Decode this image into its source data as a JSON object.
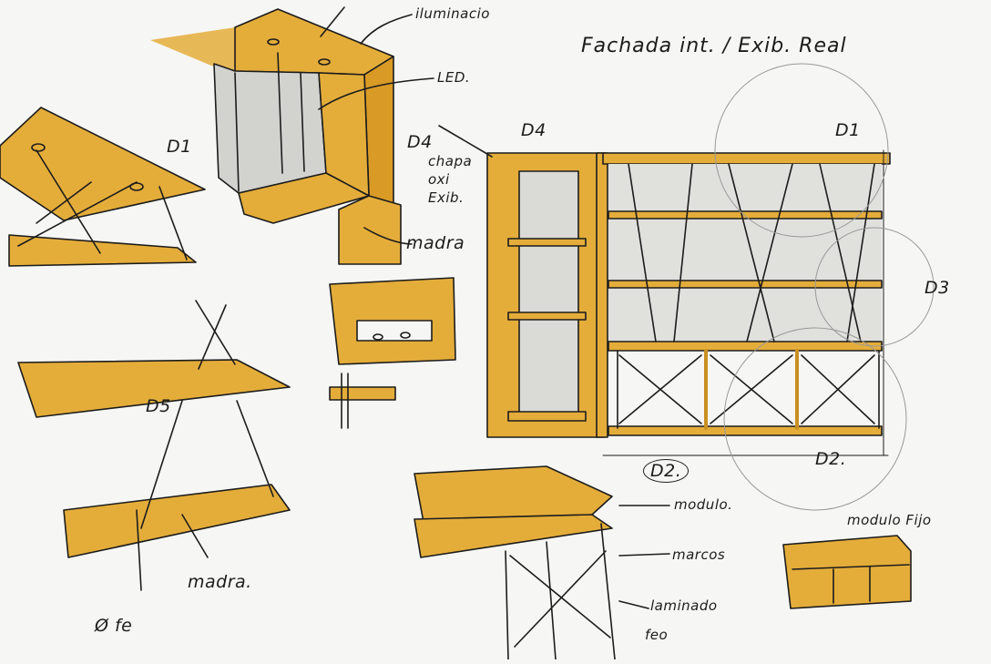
{
  "title": "Fachada int. / Exib. Real",
  "colors": {
    "wood": "#e4ad3a",
    "wood_dark": "#c98f22",
    "ink": "#1c1c1c",
    "paper": "#f6f6f4",
    "glass": "#c9c9c6"
  },
  "labels": {
    "iluminacion": "iluminacio",
    "led": "LED.",
    "d4_top": "D4",
    "chapa_1": "chapa",
    "chapa_2": "oxi",
    "chapa_3": "Exib.",
    "madera_top": "madra",
    "d1_left": "D1",
    "d4_elev": "D4",
    "d1_elev": "D1",
    "d3": "D3",
    "d2_elev": "D2.",
    "d2_circle": "D2.",
    "d5": "D5",
    "madera_bottom": "madra.",
    "diam": "Ø fe",
    "modulo": "modulo.",
    "marcos": "marcos",
    "laminado": "laminado",
    "ferro": "feo",
    "modulo_fijo": "modulo Fijo"
  }
}
